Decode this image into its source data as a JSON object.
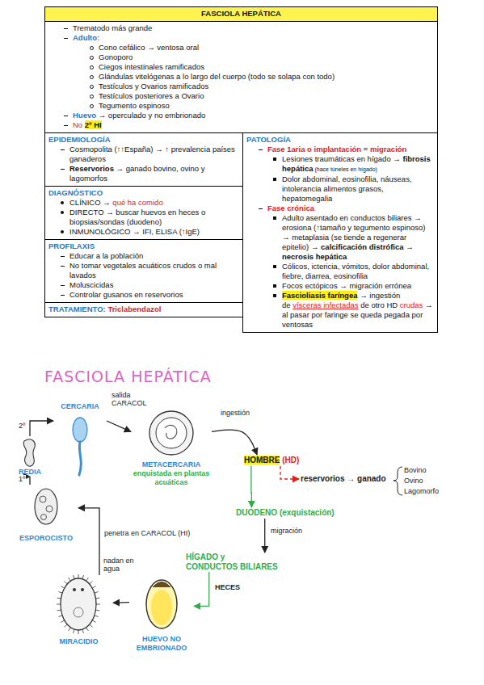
{
  "diagram": {
    "title": "FASCIOLA HEPÁTICA",
    "nodes": [
      {
        "text": [
          "FASCIOLA HEPÁTICA"
        ]
      },
      {
        "text": [
          "Trematodo más grande",
          "Adulto:",
          "Cono cefálico → ventosa oral",
          "Gonoporo",
          "Ciegos intestinales ramificados",
          "Glándulas vitelógenas a lo largo del cuerpo (todo se solapa con todo)",
          "Testículos y Ovarios ramificados",
          "Testículos posteriores a Ovario",
          "Tegumento espinoso",
          "Huevo",
          "→ operculado y no embrionado",
          "No",
          "2º HI"
        ]
      },
      {
        "text": [
          "EPIDEMIOLOGÍA",
          "Cosmopolita (↑↑España) → ↑ prevalencia países ganaderos",
          "Reservorios",
          "→ ganado bovino, ovino y lagomorfos"
        ]
      },
      {
        "text": [
          "DIAGNÓSTICO",
          "CLÍNICO →",
          "qué ha comido",
          "DIRECTO → buscar huevos en heces o biopsias/sondas (duodeno)",
          "INMUNOLÓGICO → IFI, ELISA (↑IgE)"
        ]
      },
      {
        "text": [
          "PROFILAXIS",
          "Educar a la población",
          "No tomar vegetales acuáticos crudos o mal lavados",
          "Moluscicidas",
          "Controlar gusanos en reservorios"
        ]
      },
      {
        "text": [
          "TRATAMIENTO:",
          "Triclabendazol"
        ]
      },
      {
        "text": [
          "PATOLOGÍA",
          "Fase 1aria o implantación = migración",
          "Lesiones traumáticas en hígado →",
          "fibrosis hepática",
          "(hace túneles en hígado)",
          "Dolor abdominal, eosinofilia, náuseas, intolerancia alimentos grasos, hepatomegalia",
          "Fase crónica",
          "Adulto asentado en conductos biliares → erosiona (↑tamaño y tegumento espinoso) → metaplasia (se tiende a regenerar epitelio) →",
          "calcificación distrófica → necrosis hepática",
          "Cólicos, ictericia, vómitos, dolor abdominal, fiebre, diarrea, eosinofilia",
          "Focos ectópicos → migración errónea",
          "Fascioliasis faríngea",
          "→ ingestión de",
          "vísceras infectadas",
          "de otro HD",
          "crudas",
          "→ al pasar por faringe se queda pegada por ventosas"
        ]
      },
      {
        "text": [
          "CERCARIA"
        ]
      },
      {
        "text": [
          "METACERCARIA",
          "enquistada en plantas acuáticas"
        ]
      },
      {
        "text": [
          "REDIA"
        ]
      },
      {
        "text": [
          "HOMBRE",
          "(HD)"
        ]
      },
      {
        "text": [
          "reservorios → ganado"
        ]
      },
      {
        "text": [
          "ESPOROCISTO"
        ]
      },
      {
        "text": [
          "DUODENO (exquistación)"
        ]
      },
      {
        "text": [
          "HÍGADO y CONDUCTOS BILIARES"
        ]
      },
      {
        "text": [
          "HUEVO NO EMBRIONADO"
        ]
      },
      {
        "text": [
          "MIRACIDIO"
        ]
      }
    ],
    "edges": [
      {
        "from": 7,
        "to": 8,
        "label": "salida CARACOL",
        "arrow": "to"
      },
      {
        "from": 8,
        "to": 10,
        "label": "ingestión",
        "arrow": "to"
      },
      {
        "from": 10,
        "to": 11,
        "arrow": "to"
      },
      {
        "from": 10,
        "to": 13,
        "arrow": "to"
      },
      {
        "from": 13,
        "to": 14,
        "label": "migración",
        "arrow": "to"
      },
      {
        "from": 14,
        "to": 15,
        "label": "HECES",
        "arrow": "to"
      },
      {
        "from": 15,
        "to": 16,
        "label": "nadan en agua",
        "arrow": "to"
      },
      {
        "from": 16,
        "to": 12,
        "label": "penetra en CARACOL (HI)",
        "arrow": "to"
      },
      {
        "from": 12,
        "to": 9,
        "label": "1º",
        "arrow": "to"
      },
      {
        "from": 9,
        "to": 7,
        "label": "2º",
        "arrow": "to"
      }
    ],
    "labels": [
      "Bovino",
      "Ovino",
      "Lagomorfo"
    ]
  }
}
